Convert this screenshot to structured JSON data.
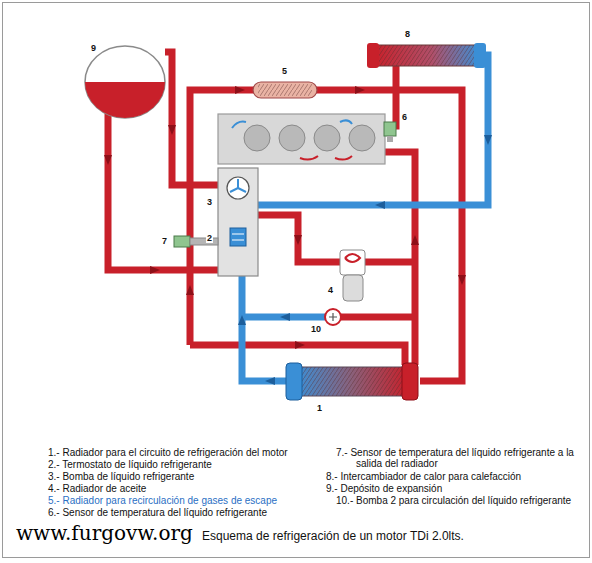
{
  "diagram": {
    "caption": "Esquema de refrigeración de un motor TDi 2.0lts.",
    "labels": [
      "9",
      "5",
      "8",
      "6",
      "3",
      "2",
      "7",
      "4",
      "10",
      "1",
      "1.- Radiador para el circuito de refrigeración del motor",
      "2.- Termostato de líquido refrigerante",
      "3.- Bomba de líquido refrigerante",
      "4.- Radiador de aceite",
      "5.- Radiador para recirculación de gases de escape",
      "6.- Sensor de temperatura del líquido refrigerante",
      "7.- Sensor de temperatura del líquido refrigerante a la salida del radiador",
      "8.- Intercambiador de calor para calefacción",
      "9.- Depósito de expansión",
      "10.- Bomba 2 para circulación del líquido refrigerante",
      "www.furgovw.org"
    ]
  }
}
